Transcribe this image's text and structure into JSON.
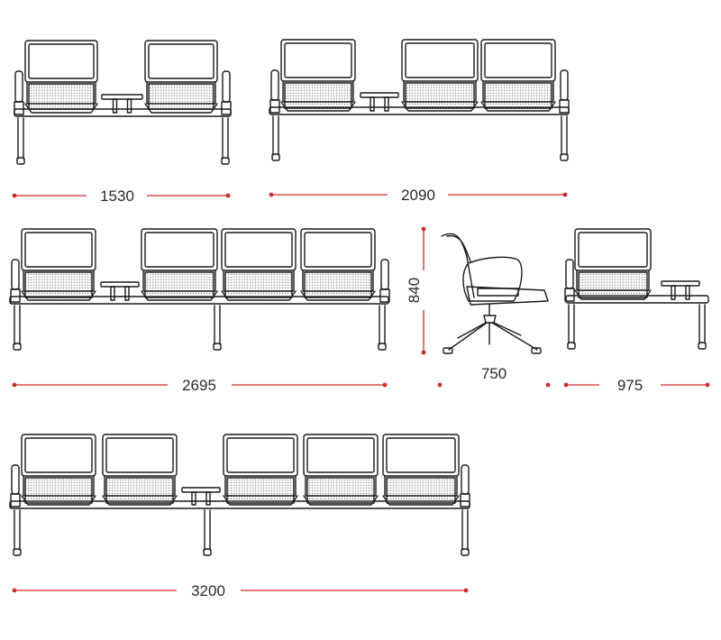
{
  "dimensions": {
    "row_2_seats_table": "1530",
    "row_3_seats_table": "2090",
    "row_4_seats_table": "2695",
    "chair_height": "840",
    "chair_depth": "750",
    "single_seat_table": "975",
    "row_5_seats_table": "3200"
  },
  "colors": {
    "dimension_line": "#d42a2a",
    "outline": "#1a1a1a",
    "perforation": "#8a8a8a",
    "text": "#2a2a2a"
  }
}
